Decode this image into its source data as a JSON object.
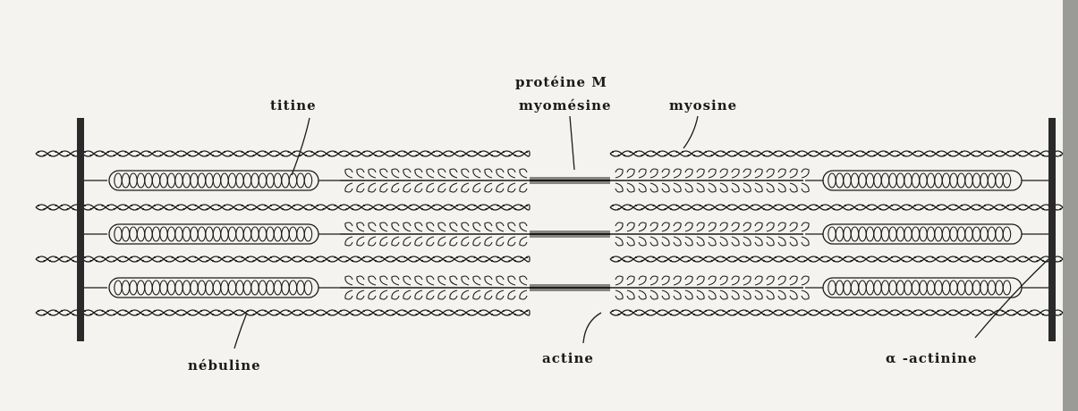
{
  "labels": {
    "titine": "titine",
    "proteine_m": "protéine  M",
    "myomesine": "myomésine",
    "myosine": "myosine",
    "nebuline": "nébuline",
    "actine": "actine",
    "alpha_actinine": "α -actinine"
  },
  "colors": {
    "background": "#f4f3ef",
    "ink": "#1a1a1a",
    "z_disc": "#2a2a2a",
    "right_margin": "#8a8a8a"
  },
  "structure": {
    "z_disc_count": 2,
    "actin_filament_rows": 4,
    "thick_filament_rows": 3,
    "titin_spring_segments_per_row": 2
  }
}
